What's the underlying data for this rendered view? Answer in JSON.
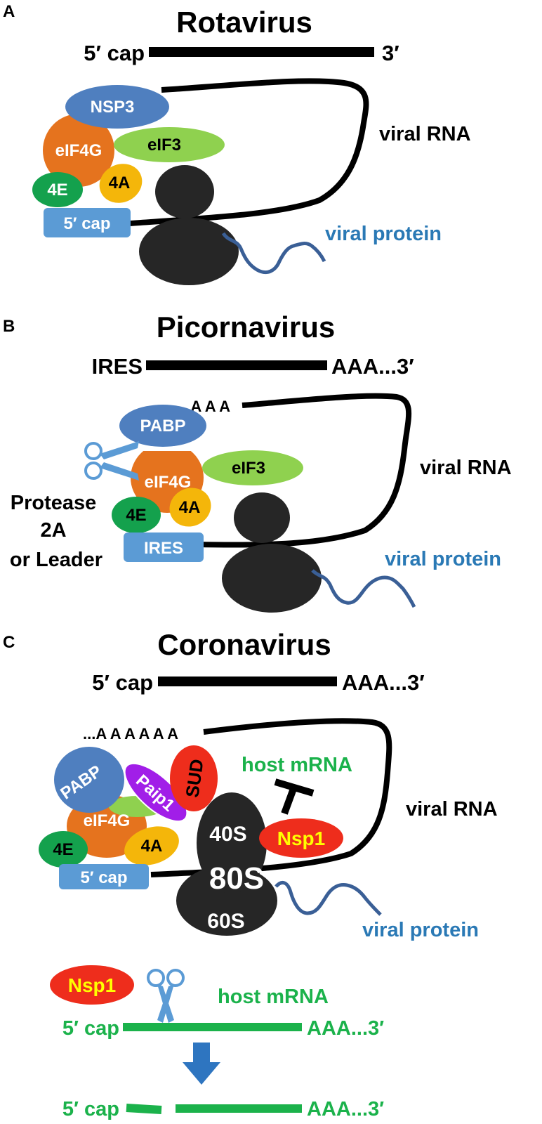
{
  "colors": {
    "rna": "#000000",
    "ribosome": "#262626",
    "nsp3_pabp": "#4f7fbf",
    "eif4g": "#e5731e",
    "eif3": "#8fd14f",
    "eif4e": "#14a14d",
    "eif4a": "#f4b60a",
    "cap_box": "#5b9bd5",
    "paip1": "#a11ee8",
    "sud_nsp1": "#ee2d1c",
    "nsp1_text": "#ffff00",
    "viral_protein": "#3a5f96",
    "viral_protein_label": "#2a79b5",
    "host_mrna": "#1bb24b",
    "arrow": "#2e75c0",
    "scissors": "#5b9bd5"
  },
  "panels": [
    {
      "letter": "A",
      "title": "Rotavirus",
      "rna_5_label": "5′ cap",
      "rna_3_label": "3′",
      "complex": {
        "top_factor": "NSP3",
        "eif4g": "eIF4G",
        "eif3": "eIF3",
        "eif4e": "4E",
        "eif4a": "4A",
        "anchor_box": "5′ cap"
      },
      "viral_rna_label": "viral RNA",
      "viral_protein_label": "viral protein"
    },
    {
      "letter": "B",
      "title": "Picornavirus",
      "rna_5_label": "IRES",
      "rna_3_label": "AAA...3′",
      "poly_a": "...A A A",
      "complex": {
        "top_factor": "PABP",
        "eif4g": "eIF4G",
        "eif3": "eIF3",
        "eif4e": "4E",
        "eif4a": "4A",
        "anchor_box": "IRES"
      },
      "protease_label": [
        "Protease",
        "2A",
        "or Leader"
      ],
      "viral_rna_label": "viral RNA",
      "viral_protein_label": "viral protein"
    },
    {
      "letter": "C",
      "title": "Coronavirus",
      "rna_5_label": "5′ cap",
      "rna_3_label": "AAA...3′",
      "poly_a": "...A A A A A A",
      "complex": {
        "top_factor": "PABP",
        "paip1": "Paip1",
        "sud": "SUD",
        "eif4g": "eIF4G",
        "eif4e": "4E",
        "eif4a": "4A",
        "anchor_box": "5′ cap"
      },
      "ribosome": {
        "small": "40S",
        "whole": "80S",
        "large": "60S"
      },
      "nsp1": "Nsp1",
      "host_mrna_label": "host mRNA",
      "viral_rna_label": "viral RNA",
      "viral_protein_label": "viral protein",
      "cleavage": {
        "nsp1": "Nsp1",
        "host_mrna_label": "host mRNA",
        "top_5": "5′ cap",
        "top_3": "AAA...3′",
        "bottom_5": "5′ cap",
        "bottom_3": "AAA...3′"
      }
    }
  ]
}
